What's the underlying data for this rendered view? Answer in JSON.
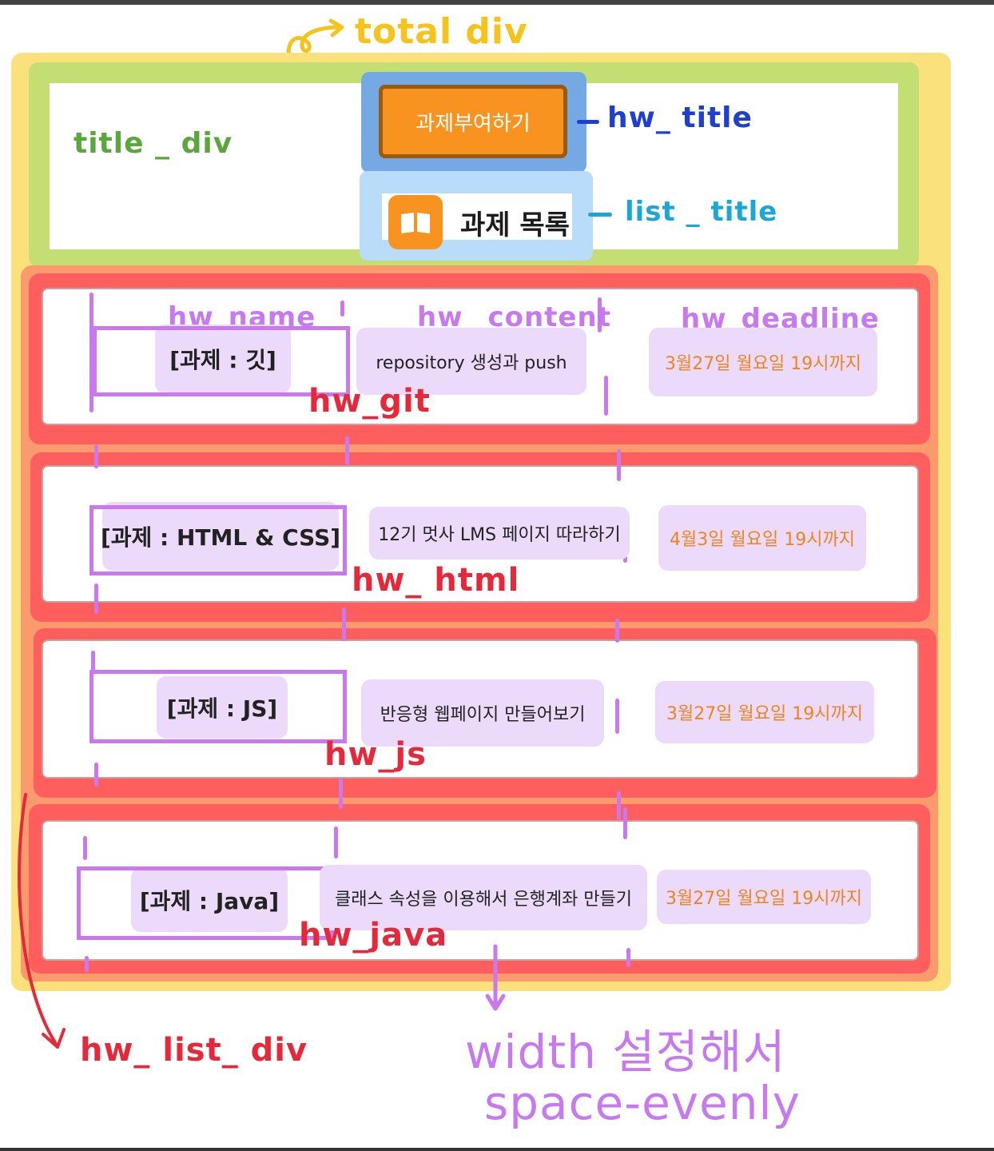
{
  "annotations": {
    "total_div": "total div",
    "title_div": "title _ div",
    "hw_title": "hw_ title",
    "list_title": "list _ title",
    "hw_name": "hw_name",
    "hw_content": "hw_ content",
    "hw_deadline": "hw_deadline",
    "hw_git": "hw_git",
    "hw_html": "hw_ html",
    "hw_js": "hw_js",
    "hw_java": "hw_java",
    "hw_list_div": "hw_ list_ div",
    "note_line1": "width 설정해서",
    "note_line2": "space-evenly"
  },
  "header": {
    "hw_title_button": "과제부여하기",
    "list_title": "과제 목록",
    "book_icon": "book-icon"
  },
  "rows": [
    {
      "name": "[과제 : 깃]",
      "content": "repository 생성과 push",
      "deadline": "3월27일 월요일 19시까지"
    },
    {
      "name": "[과제 : HTML & CSS]",
      "content": "12기 멋사 LMS 페이지 따라하기",
      "deadline": "4월3일 월요일 19시까지"
    },
    {
      "name": "[과제 : JS]",
      "content": "반응형 웹페이지 만들어보기",
      "deadline": "3월27일 월요일 19시까지"
    },
    {
      "name": "[과제 : Java]",
      "content": "클래스 속성을 이용해서 은행계좌 만들기",
      "deadline": "3월27일 월요일 19시까지"
    }
  ],
  "colors": {
    "total_div": "#fbe17b",
    "title_div": "#c3de73",
    "hw_title": "#74a9e4",
    "list_title": "#b9dcfa",
    "hw_list_div": "#fa9a6d",
    "row": "#fe5e5e",
    "cell": "#ecdafb",
    "button": "#f7931e"
  }
}
